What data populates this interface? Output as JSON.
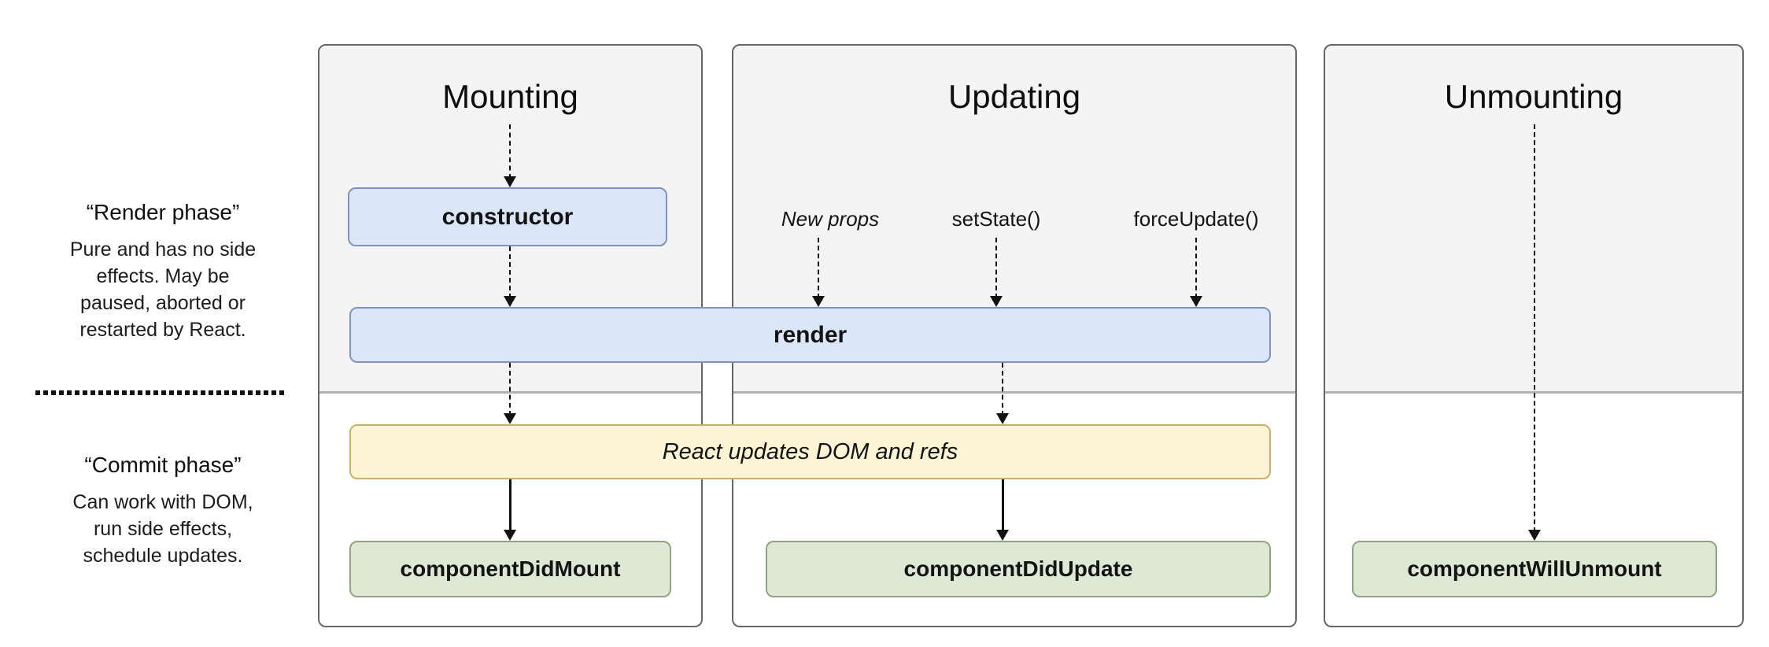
{
  "diagram": {
    "title_semantic": "React lifecycle methods diagram"
  },
  "sidebar": {
    "render_phase": {
      "title": "“Render phase”",
      "description": "Pure and has no side effects. May be paused, aborted or restarted by React."
    },
    "commit_phase": {
      "title": "“Commit phase”",
      "description": "Can work with DOM, run side effects, schedule updates."
    }
  },
  "columns": [
    {
      "title": "Mounting"
    },
    {
      "title": "Updating"
    },
    {
      "title": "Unmounting"
    }
  ],
  "updating_triggers": [
    {
      "label": "New props"
    },
    {
      "label": "setState()"
    },
    {
      "label": "forceUpdate()"
    }
  ],
  "boxes": {
    "constructor": "constructor",
    "render": "render",
    "react_updates": "React updates DOM and refs",
    "component_did_mount": "componentDidMount",
    "component_did_update": "componentDidUpdate",
    "component_will_unmount": "componentWillUnmount"
  },
  "colors": {
    "lifecycle_box_fill": "#dbe6f8",
    "lifecycle_box_border": "#8093c0",
    "commit_box_fill": "#dde9d5",
    "commit_box_border": "#91a382",
    "react_updates_fill": "#fdf3d5",
    "react_updates_border": "#c9b169",
    "panel_fill_render_phase": "#f4f4f4",
    "panel_fill_commit_phase": "#ffffff",
    "panel_border": "#666666",
    "phase_divider": "#b2b2b2",
    "arrow": "#111111",
    "text": "#151515"
  }
}
